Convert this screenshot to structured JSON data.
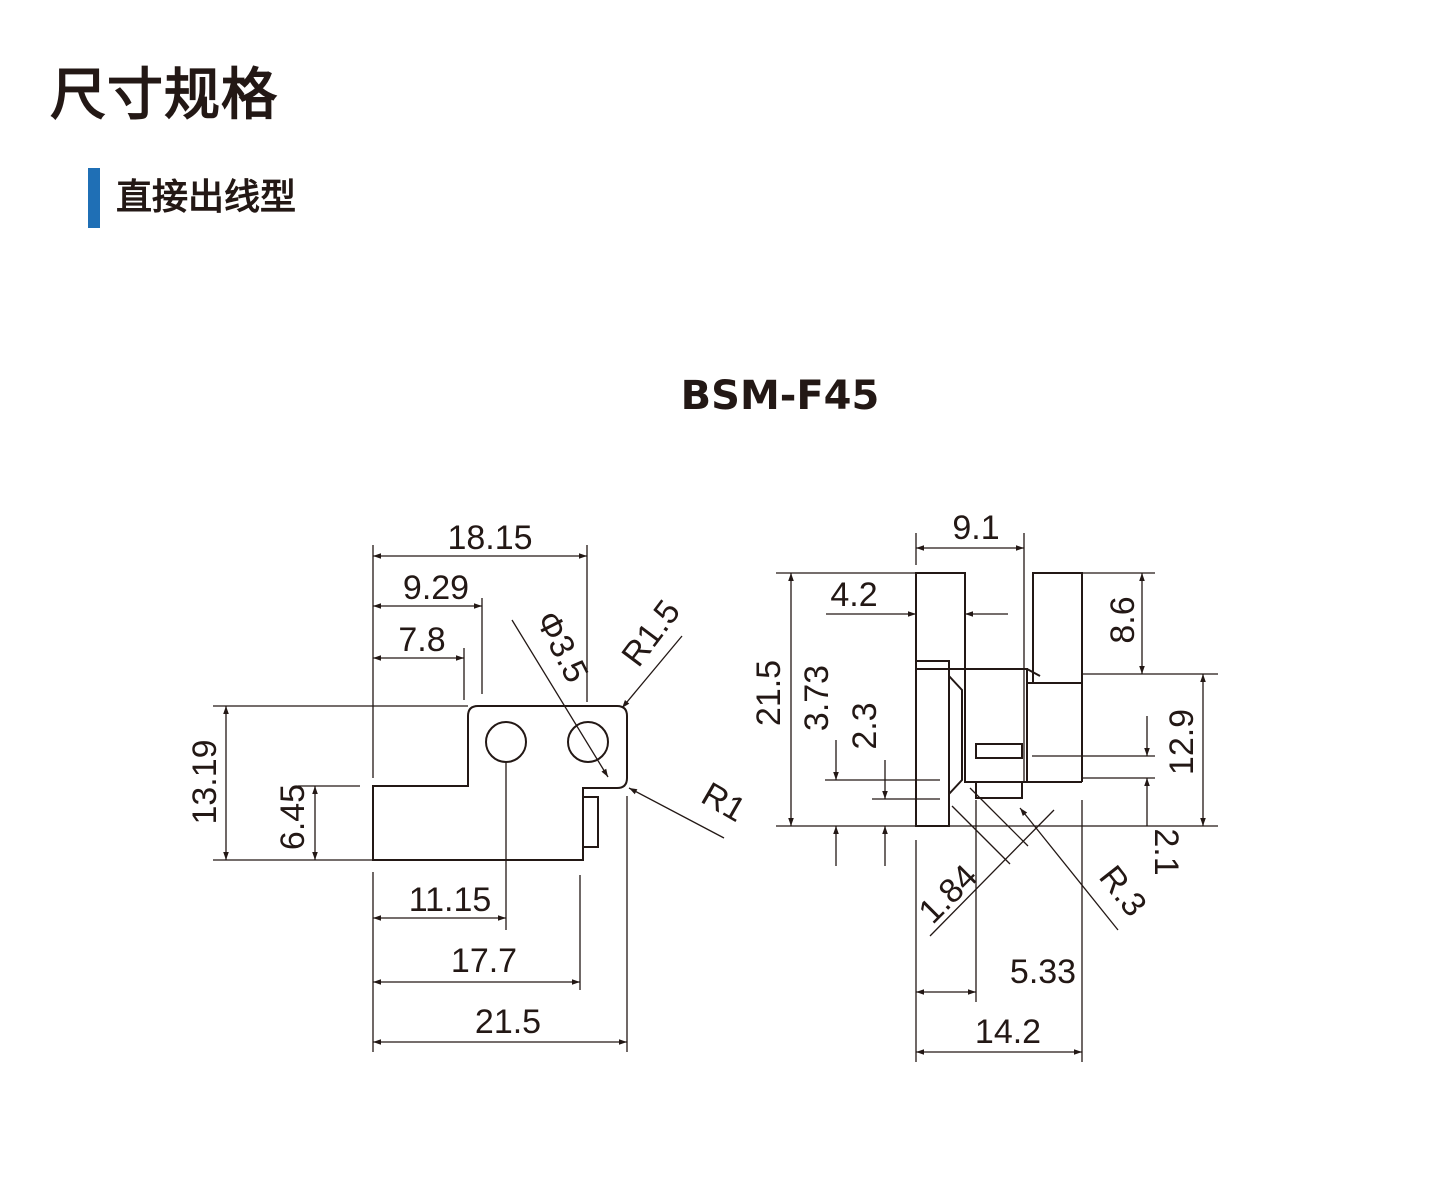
{
  "header": {
    "title": "尺寸规格",
    "section": "直接出线型"
  },
  "model": "BSM-F45",
  "colors": {
    "accent": "#1f6fb5",
    "ink": "#231815"
  },
  "front_view": {
    "dims": {
      "w_18_15": "18.15",
      "w_9_29": "9.29",
      "w_7_8": "7.8",
      "dia": "Φ3.5",
      "r_1_5": "R1.5",
      "r_1": "R1",
      "h_13_19": "13.19",
      "h_6_45": "6.45",
      "w_11_15": "11.15",
      "w_17_7": "17.7",
      "w_21_5": "21.5"
    }
  },
  "side_view": {
    "dims": {
      "w_9_1": "9.1",
      "w_4_2": "4.2",
      "h_8_6": "8.6",
      "h_21_5": "21.5",
      "h_3_73": "3.73",
      "h_2_3": "2.3",
      "h_12_9": "12.9",
      "h_2_1": "2.1",
      "d_1_84": "1.84",
      "r_3": "R.3",
      "w_5_33": "5.33",
      "w_14_2": "14.2"
    }
  }
}
